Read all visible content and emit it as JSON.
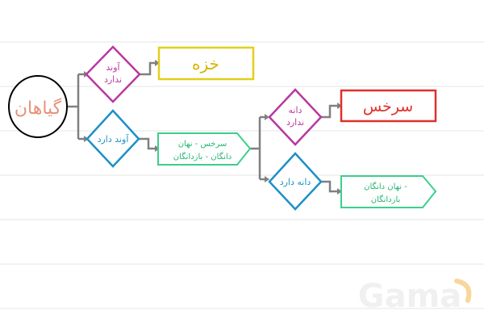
{
  "colors": {
    "ruled_line": "#e4e4e4",
    "connector": "#808080",
    "magenta": "#b8399e",
    "blue": "#1e90c8",
    "yellow": "#e3cf1a",
    "yellow_text": "#d6b400",
    "red": "#e0302b",
    "green": "#3ccf8c",
    "green_text": "#25b575",
    "root_text": "#e8917a",
    "watermark": "#f0f0f0",
    "watermark_accent": "#f7d79a"
  },
  "nodes": {
    "root": {
      "lines": [
        "گیاهان"
      ]
    },
    "no_vessels": {
      "lines": [
        "آوند",
        "ندارد"
      ]
    },
    "has_vessels": {
      "lines": [
        "آوند دارد"
      ]
    },
    "moss": {
      "lines": [
        "خزه"
      ]
    },
    "fern_seed_plants": {
      "lines": [
        "سرخس - نهان",
        "دانگان - بازدانگان"
      ]
    },
    "no_seed": {
      "lines": [
        "دانه",
        "ندارد"
      ]
    },
    "has_seed": {
      "lines": [
        "دانه دارد"
      ]
    },
    "fern": {
      "lines": [
        "سرخس"
      ]
    },
    "seed_plants": {
      "lines": [
        "نهان دانگان -",
        "بازدانگان"
      ]
    }
  },
  "watermark": {
    "text": "Gama"
  }
}
